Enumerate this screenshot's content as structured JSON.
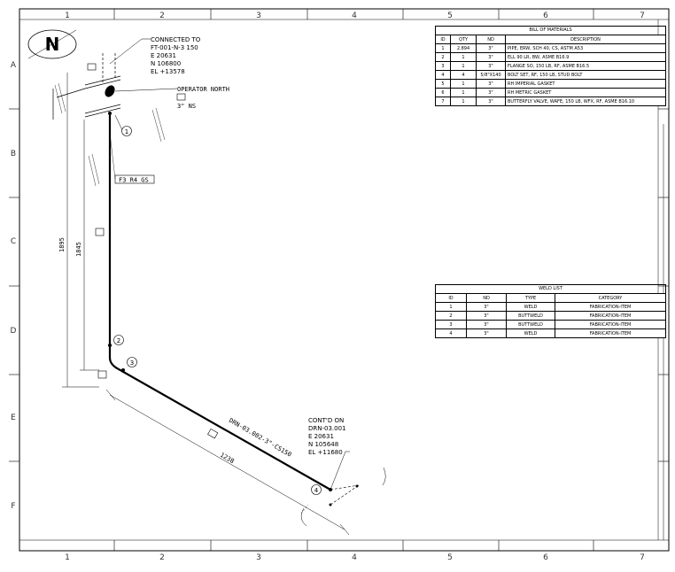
{
  "frame": {
    "columns": [
      "1",
      "2",
      "3",
      "4",
      "5",
      "6",
      "7"
    ],
    "rows": [
      "A",
      "B",
      "C",
      "D",
      "E",
      "F"
    ]
  },
  "north": {
    "label": "N"
  },
  "connected_to": {
    "title": "CONNECTED TO",
    "line": "FT-001-N-3 150",
    "e": "E 20631",
    "n": "N 106800",
    "el": "EL +13578"
  },
  "operator": {
    "label": "OPERATOR NORTH",
    "size": "3\" NS"
  },
  "spec_tag": "F3 R4 GS",
  "contd_on": {
    "title": "CONT'D ON",
    "line": "DRN-03.001",
    "e": "E 20631",
    "n": "N 105648",
    "el": "EL +11680"
  },
  "pipe_label": "DRN-03.002-3\"-CS150",
  "dimensions": {
    "vertical_outer": "1895",
    "vertical_inner": "1845",
    "horizontal": "1238"
  },
  "markers": [
    "1",
    "2",
    "3",
    "4"
  ],
  "bom": {
    "title": "BILL OF MATERIALS",
    "headers": [
      "ID",
      "QTY",
      "ND",
      "DESCRIPTION"
    ],
    "rows": [
      [
        "1",
        "2.894",
        "3\"",
        "PIPE, ERW, SCH 40, CS, ASTM A53"
      ],
      [
        "2",
        "1",
        "3\"",
        "ELL 90 LR, BW, ASME B16.9"
      ],
      [
        "3",
        "1",
        "3\"",
        "FLANGE SO, 150 LB, RF, ASME B16.5"
      ],
      [
        "4",
        "4",
        "5/8\"X140",
        "BOLT SET, RF, 150 LB, STUD BOLT"
      ],
      [
        "5",
        "1",
        "3\"",
        "RH IMPERIAL GASKET"
      ],
      [
        "6",
        "1",
        "3\"",
        "RH METRIC GASKET"
      ],
      [
        "7",
        "1",
        "3\"",
        "BUTTERFLY VALVE, WAFE, 150 LB, WFX, RF, ASME B16.10"
      ]
    ]
  },
  "weld": {
    "title": "WELD LIST",
    "headers": [
      "ID",
      "ND",
      "TYPE",
      "CATEGORY"
    ],
    "rows": [
      [
        "1",
        "3\"",
        "WELD",
        "FABRICATION-ITEM"
      ],
      [
        "2",
        "3\"",
        "BUTTWELD",
        "FABRICATION-ITEM"
      ],
      [
        "3",
        "3\"",
        "BUTTWELD",
        "FABRICATION-ITEM"
      ],
      [
        "4",
        "3\"",
        "WELD",
        "FABRICATION-ITEM"
      ]
    ]
  }
}
